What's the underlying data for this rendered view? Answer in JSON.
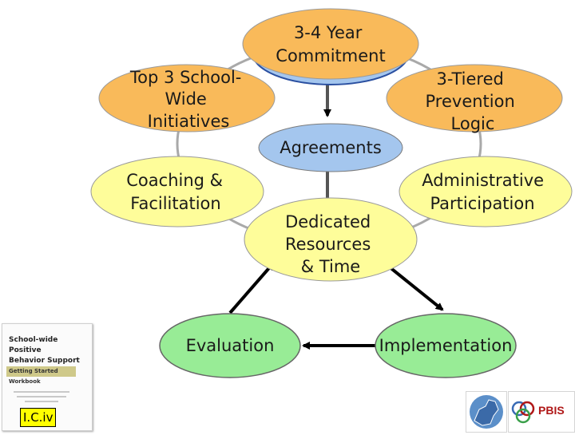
{
  "diagram": {
    "nodes": {
      "commitment": [
        "3-4 Year",
        "Commitment"
      ],
      "initiatives": [
        "Top 3 School-",
        "Wide",
        "Initiatives"
      ],
      "prevention": [
        "3-Tiered",
        "Prevention",
        "Logic"
      ],
      "agreements": [
        "Agreements"
      ],
      "coaching": [
        "Coaching &",
        "Facilitation"
      ],
      "administrative": [
        "Administrative",
        "Participation"
      ],
      "resources": [
        "Dedicated",
        "Resources",
        "& Time"
      ],
      "evaluation": [
        "Evaluation"
      ],
      "implementation": [
        "Implementation"
      ]
    }
  },
  "workbook": {
    "title_line1": "School-wide Positive",
    "title_line2": "Behavior Support",
    "subtitle": "Getting Started Workbook",
    "code": "I.C.iv"
  },
  "logo": {
    "name": "PBIS"
  },
  "colors": {
    "orange": "#f9ba5a",
    "yellow": "#fefd9a",
    "blue": "#a4c6ee",
    "green": "#98ec96"
  }
}
